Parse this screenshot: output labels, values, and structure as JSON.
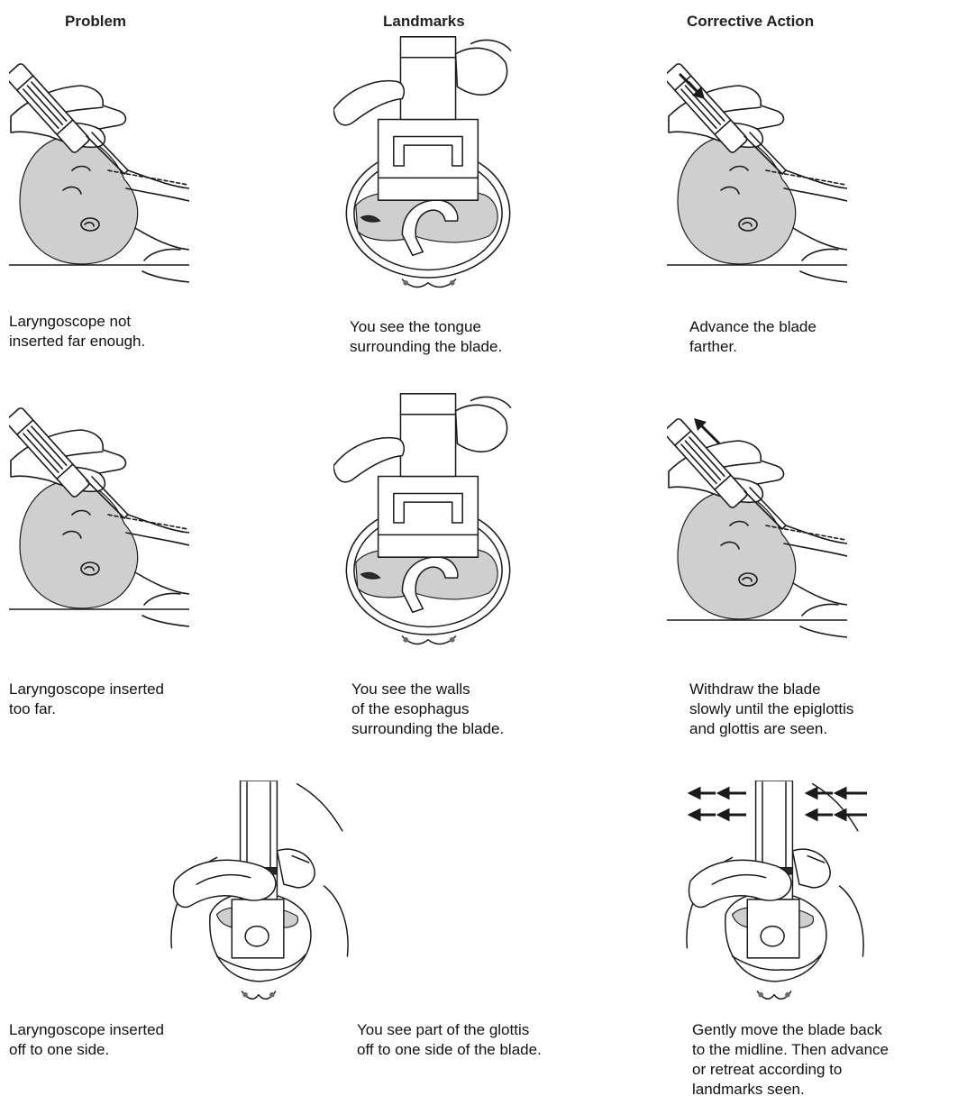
{
  "headers": {
    "problem": "Problem",
    "landmarks": "Landmarks",
    "corrective": "Corrective Action"
  },
  "rows": [
    {
      "problem": "Laryngoscope not\ninserted far enough.",
      "landmarks": "You see the tongue\nsurrounding the blade.",
      "corrective": "Advance the blade\nfarther."
    },
    {
      "problem": "Laryngoscope inserted\ntoo far.",
      "landmarks": "You see the walls\nof the esophagus\nsurrounding the blade.",
      "corrective": "Withdraw the blade\nslowly until the epiglottis\nand glottis are seen."
    },
    {
      "problem": "Laryngoscope inserted\noff to one side.",
      "landmarks": "You see part of the glottis\noff to one side of the blade.",
      "corrective": "Gently move the blade back\nto the midline. Then advance\nor retreat according to\nlandmarks seen."
    }
  ],
  "icons": {
    "side_view": "infant-head-laryngoscope-side-view-illustration",
    "blade_view": "laryngoscope-blade-mouth-view-illustration",
    "advance_arrow": "arrow-down-right-icon",
    "withdraw_arrow": "arrow-up-left-icon",
    "midline_arrows": "arrows-left-icon"
  }
}
